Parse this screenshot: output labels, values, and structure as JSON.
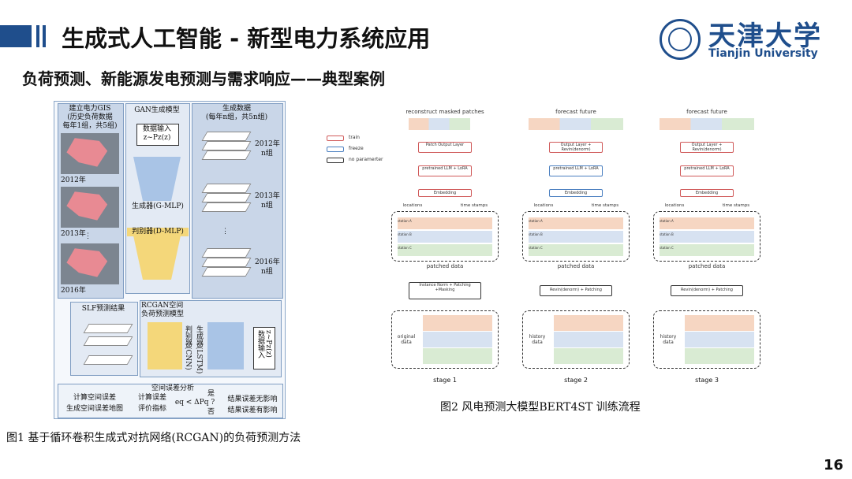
{
  "slide": {
    "title": "生成式人工智能 - 新型电力系统应用",
    "subtitle": "负荷预测、新能源发电预测与需求响应——典型案例",
    "page_number": "16"
  },
  "logo": {
    "cn": "天津大学",
    "en": "Tianjin University",
    "accent_color": "#1f4e8c"
  },
  "figure1": {
    "caption": "图1 基于循环卷积生成式对抗网络(RCGAN)的负荷预测方法",
    "gis_title": "建立电力GIS",
    "gis_sub1": "(历史负荷数据",
    "gis_sub2": "每年1组，共5组)",
    "gan_title": "GAN生成模型",
    "data_input": "数据输入",
    "pz": "z~Pz(z)",
    "generator": "生成器(G-MLP)",
    "discriminator": "判别器(D-MLP)",
    "gen_data_title": "生成数据",
    "gen_data_sub": "(每年n组，共5n组)",
    "years_left": [
      "2012年",
      "2013年",
      "2016年"
    ],
    "years_right": [
      "2012年",
      "n组",
      "2013年",
      "n组",
      "2016年",
      "n组"
    ],
    "ellipsis": "⋮",
    "slf_result": "SLF预测结果",
    "rcgan_title": "RCGAN空间",
    "rcgan_sub": "负荷预测模型",
    "cnn_disc": "判别器(CNN)",
    "lstm_gen": "生成器(LSTM)",
    "data_input2": "数据输入",
    "pz2": "z~Pz(z)",
    "error_title": "空间误差分析",
    "calc_spatial_error": "计算空间误差",
    "gen_error_map": "生成空间误差地图",
    "calc_error": "计算误差",
    "eval_index": "评价指标",
    "condition": "eq < ΔPq ?",
    "yes": "是",
    "no": "否",
    "result_no_effect": "结果误差无影响",
    "result_effect": "结果误差有影响"
  },
  "figure2": {
    "caption": "图2 风电预测大模型BERT4ST 训练流程",
    "legend": [
      {
        "label": "train",
        "color": "#d05a5a"
      },
      {
        "label": "freeze",
        "color": "#4a7fc0"
      },
      {
        "label": "no paramerter",
        "color": "#333333"
      }
    ],
    "stages": [
      {
        "top_label": "reconstruct masked patches",
        "output": "Patch Output Layer",
        "llm": "pretrained LLM + LoRA",
        "embedding": "Embedding",
        "locations": "locations",
        "time_stamps": "time stamps",
        "stations": [
          "station A",
          "station B",
          "station C"
        ],
        "patched": "patched  data",
        "process": "Instance Norm + Patching +Masking",
        "data_label": "original data",
        "name": "stage 1"
      },
      {
        "top_label": "forecast future",
        "output": "Output Layer + Revin(denorm)",
        "llm": "pretrained LLM + LoRA",
        "embedding": "Embedding",
        "locations": "locations",
        "time_stamps": "time stamps",
        "stations": [
          "station A",
          "station B",
          "station C"
        ],
        "patched": "patched  data",
        "process": "Revin(denorm) + Patching",
        "data_label": "history data",
        "name": "stage 2"
      },
      {
        "top_label": "forecast future",
        "output": "Output Layer + Revin(denorm)",
        "llm": "pretrained LLM + LoRA",
        "embedding": "Embedding",
        "locations": "locations",
        "time_stamps": "time stamps",
        "stations": [
          "station A",
          "station B",
          "station C"
        ],
        "patched": "patched  data",
        "process": "Revin(denorm) + Patching",
        "data_label": "history data",
        "name": "stage 3"
      }
    ]
  }
}
